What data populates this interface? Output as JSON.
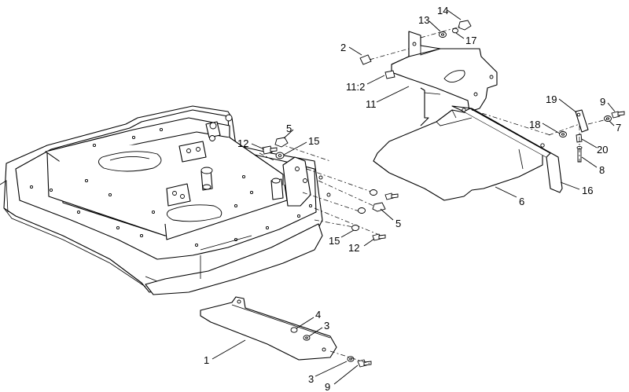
{
  "callouts": [
    {
      "label": "14"
    },
    {
      "label": "13"
    },
    {
      "label": "17"
    },
    {
      "label": "2"
    },
    {
      "label": "11:2"
    },
    {
      "label": "11"
    },
    {
      "label": "19"
    },
    {
      "label": "9"
    },
    {
      "label": "18"
    },
    {
      "label": "7"
    },
    {
      "label": "20"
    },
    {
      "label": "8"
    },
    {
      "label": "16"
    },
    {
      "label": "6"
    },
    {
      "label": "5"
    },
    {
      "label": "12"
    },
    {
      "label": "15"
    },
    {
      "label": "5"
    },
    {
      "label": "15"
    },
    {
      "label": "12"
    },
    {
      "label": "4"
    },
    {
      "label": "3"
    },
    {
      "label": "1"
    },
    {
      "label": "3"
    },
    {
      "label": "9"
    }
  ]
}
